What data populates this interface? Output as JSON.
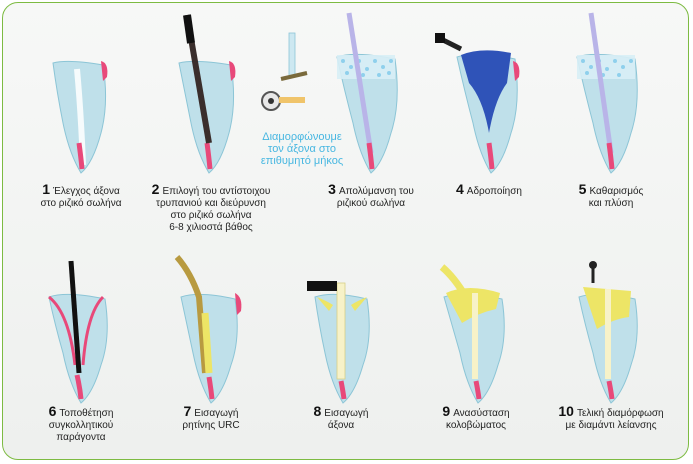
{
  "colors": {
    "border": "#7dbb42",
    "tooth": "#bfe0ea",
    "tooth_edge": "#8cc5d6",
    "canal_pink": "#e8497a",
    "note_blue": "#47b7e1",
    "cement_blue": "#2f53b8",
    "composite_yellow": "#ede566",
    "file_dark": "#3a2e2c"
  },
  "note": {
    "line1": "Διαμορφώνουμε",
    "line2": "τον άξονα στο",
    "line3": "επιθυμητό μήκος"
  },
  "steps": [
    {
      "num": "1",
      "lines": [
        "Έλεγχος άξονα",
        "στο ριζικό σωλήνα"
      ]
    },
    {
      "num": "2",
      "lines": [
        "Επιλογή του αντίστοιχου",
        "τρυπανιού και διεύρυνση",
        "στο ριζικό σωλήνα",
        "6-8 χιλιοστά βάθος"
      ]
    },
    {
      "num": "3",
      "lines": [
        "Απολύμανση του",
        "ριζικού σωλήνα"
      ]
    },
    {
      "num": "4",
      "lines": [
        "Αδροποίηση"
      ]
    },
    {
      "num": "5",
      "lines": [
        "Καθαρισμός",
        "και πλύση"
      ]
    },
    {
      "num": "6",
      "lines": [
        "Τοποθέτηση",
        "συγκολλητικού",
        "παράγοντα"
      ]
    },
    {
      "num": "7",
      "lines": [
        "Εισαγωγή",
        "ρητίνης URC"
      ]
    },
    {
      "num": "8",
      "lines": [
        "Εισαγωγή",
        "άξονα"
      ]
    },
    {
      "num": "9",
      "lines": [
        "Ανασύσταση",
        "κολοβώματος"
      ]
    },
    {
      "num": "10",
      "lines": [
        "Τελική διαμόρφωση",
        "με διαμάντι λείανσης"
      ]
    }
  ]
}
